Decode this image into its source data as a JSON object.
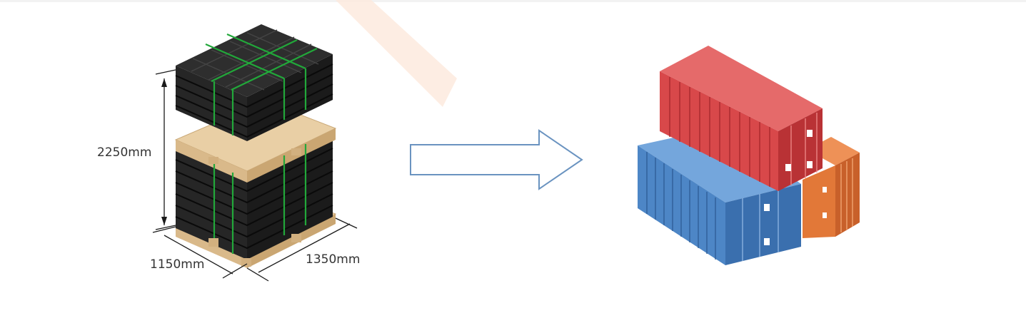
{
  "dimensions": {
    "height": "2250mm",
    "width": "1150mm",
    "depth": "1350mm"
  },
  "colors": {
    "crate": "#1f1f1f",
    "crate_edge": "#0a0a0a",
    "strap": "#22a83a",
    "pallet": "#e9cfa5",
    "pallet_dark": "#c9a877",
    "arrow_stroke": "#6a93c0",
    "container_red": "#d8484a",
    "container_blue": "#4d86c6",
    "container_orange": "#e27838",
    "watermark": "#fde8dc"
  },
  "icons": {
    "pallet": "stacked-crate-pallet-illustration",
    "arrow": "right-arrow-outline",
    "containers": "stacked-shipping-containers-illustration"
  }
}
